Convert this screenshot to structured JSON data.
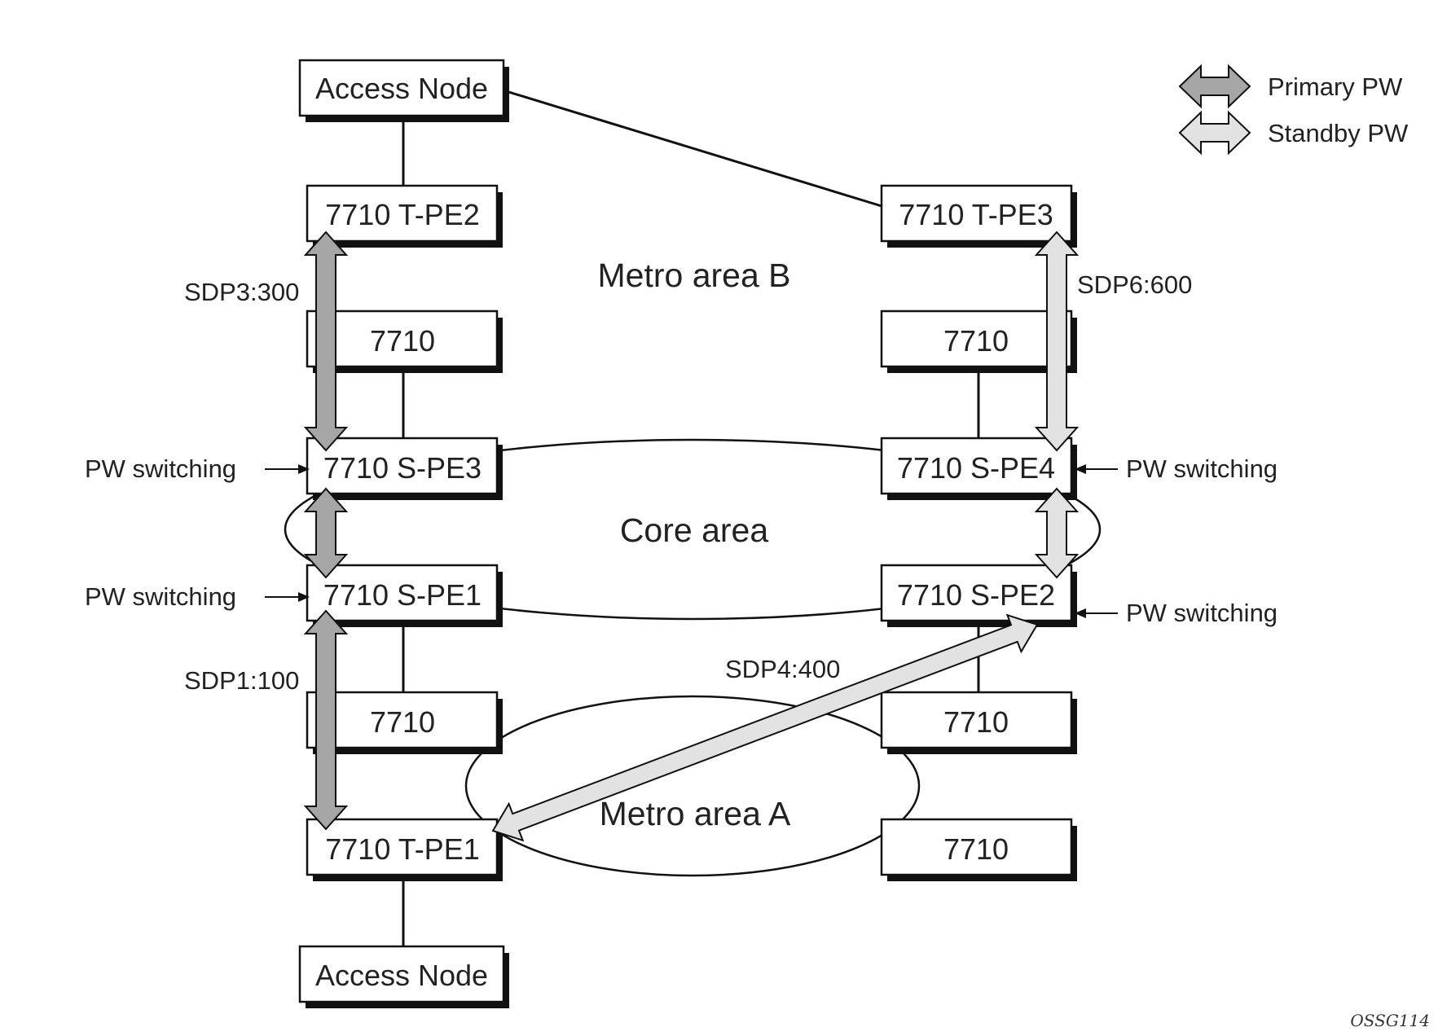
{
  "nodes": {
    "access_top": "Access Node",
    "tpe2": "7710 T-PE2",
    "tpe3": "7710 T-PE3",
    "left_7710_b": "7710",
    "right_7710_b": "7710",
    "spe3": "7710 S-PE3",
    "spe4": "7710 S-PE4",
    "spe1": "7710 S-PE1",
    "spe2": "7710 S-PE2",
    "left_7710_a": "7710",
    "right_7710_a": "7710",
    "tpe1": "7710 T-PE1",
    "right_7710_a2": "7710",
    "access_bottom": "Access Node"
  },
  "areas": {
    "metro_b": "Metro area B",
    "core": "Core area",
    "metro_a": "Metro area A"
  },
  "sdp_labels": {
    "sdp3": "SDP3:300",
    "sdp6": "SDP6:600",
    "sdp1": "SDP1:100",
    "sdp4": "SDP4:400"
  },
  "pw_switching": {
    "spe3": "PW switching",
    "spe1": "PW switching",
    "spe4": "PW switching",
    "spe2": "PW switching"
  },
  "legend": {
    "primary": "Primary PW",
    "standby": "Standby PW"
  },
  "figure_code": "OSSG114",
  "colors": {
    "primary_pw": "#a6a6a6",
    "standby_pw": "#e2e2e2"
  }
}
